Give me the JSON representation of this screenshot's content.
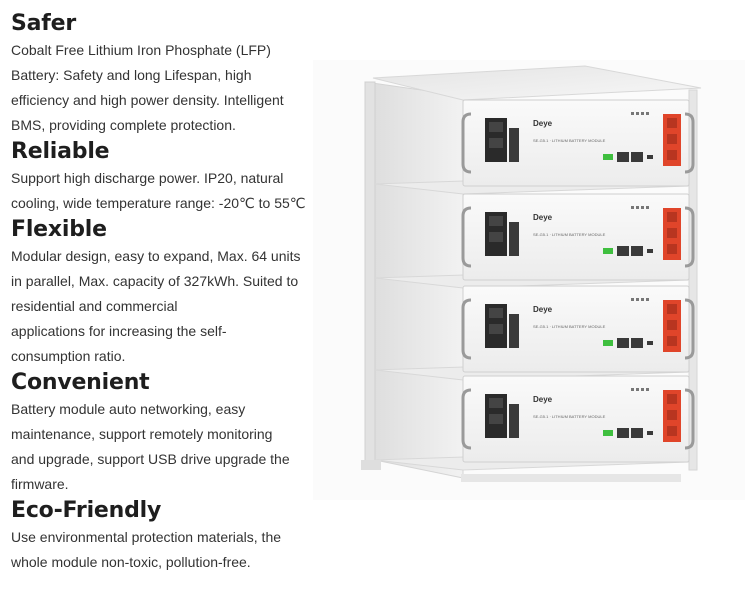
{
  "features": [
    {
      "title": "Safer",
      "lines": [
        "Cobalt Free Lithium Iron Phosphate (LFP)",
        "Battery: Safety and long Lifespan, high",
        "efficiency and high power density. Intelligent",
        "BMS, providing complete protection."
      ]
    },
    {
      "title": "Reliable",
      "lines": [
        "Support high discharge power. IP20, natural",
        "cooling, wide temperature range: -20℃ to 55℃"
      ]
    },
    {
      "title": "Flexible",
      "lines": [
        "Modular design, easy to expand, Max. 64 units",
        "in parallel, Max. capacity of 327kWh. Suited to",
        "residential and commercial",
        "applications for increasing the self-",
        "consumption ratio."
      ]
    },
    {
      "title": "Convenient",
      "lines": [
        "Battery module auto networking, easy",
        "maintenance, support remotely monitoring",
        "and upgrade, support USB drive upgrade the",
        "firmware."
      ]
    },
    {
      "title": "Eco-Friendly",
      "lines": [
        "Use environmental protection materials, the",
        "whole module non-toxic, pollution-free."
      ]
    }
  ],
  "product": {
    "brand": "Deye",
    "model_label": "SE-G5.1 · LITHIUM BATTERY MODULE",
    "module_count": 4
  },
  "colors": {
    "terminal_red": "#e0452a",
    "status_green": "#3fbf3f",
    "module_face": "#f4f4f4",
    "rack": "#ececec"
  }
}
